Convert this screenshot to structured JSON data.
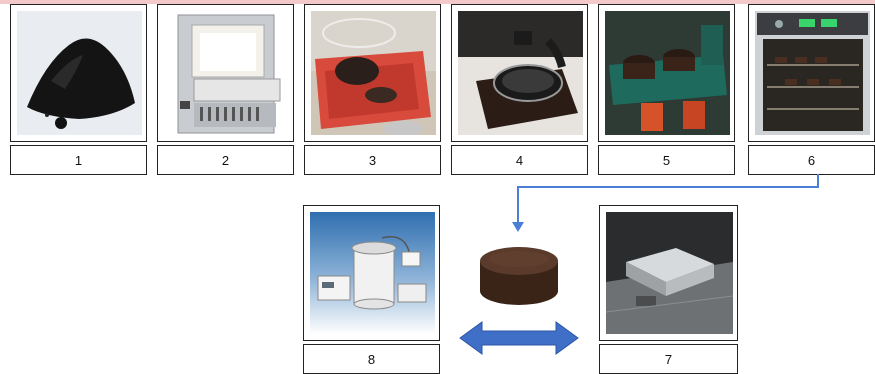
{
  "steps": [
    {
      "id": "1",
      "label": "1",
      "icon": "black-powder-pile"
    },
    {
      "id": "2",
      "label": "2",
      "icon": "muffle-furnace"
    },
    {
      "id": "3",
      "label": "3",
      "icon": "powder-on-lab-balance"
    },
    {
      "id": "4",
      "label": "4",
      "icon": "sieving-tray"
    },
    {
      "id": "5",
      "label": "5",
      "icon": "hydraulic-press"
    },
    {
      "id": "6",
      "label": "6",
      "icon": "drying-oven"
    },
    {
      "id": "7",
      "label": "7",
      "icon": "metal-press-block"
    },
    {
      "id": "8",
      "label": "8",
      "icon": "vacuum-impregnation-unit"
    }
  ],
  "colors": {
    "connector": "#4a7fd4",
    "double_arrow": "#3f6fc7",
    "disk_top": "#5a3a2a",
    "disk_side": "#3a2418",
    "top_band": "#f3c9c9"
  }
}
